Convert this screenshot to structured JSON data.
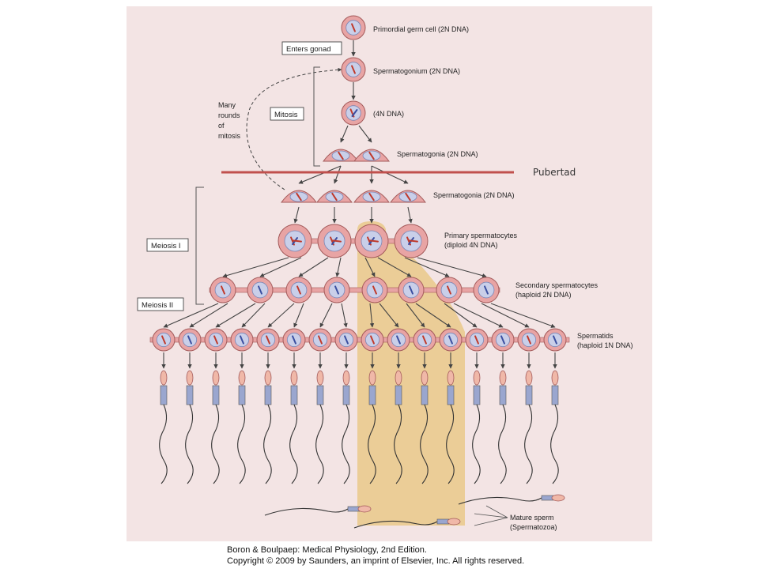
{
  "annotation": {
    "pubertad": "Pubertad"
  },
  "stages": {
    "primordial": "Primordial germ cell (2N DNA)",
    "spermatogonium": "Spermatogonium (2N DNA)",
    "four_n": "(4N DNA)",
    "spermatogonia_pair": "Spermatogonia (2N DNA)",
    "spermatogonia_row": "Spermatogonia (2N DNA)",
    "primary_1": "Primary spermatocytes",
    "primary_2": "(diploid 4N DNA)",
    "secondary_1": "Secondary spermatocytes",
    "secondary_2": "(haploid 2N DNA)",
    "spermatids_1": "Spermatids",
    "spermatids_2": "(haploid 1N DNA)",
    "mature_1": "Mature sperm",
    "mature_2": "(Spermatozoa)"
  },
  "process_boxes": {
    "enters_gonad": "Enters gonad",
    "mitosis": "Mitosis",
    "meiosis_1": "Meiosis I",
    "meiosis_2": "Meiosis II"
  },
  "many_rounds": [
    "Many",
    "rounds",
    "of",
    "mitosis"
  ],
  "credit": {
    "line1": "Boron & Boulpaep: Medical Physiology, 2nd Edition.",
    "line2": "Copyright © 2009 by Saunders, an imprint of Elsevier, Inc. All rights reserved."
  },
  "colors": {
    "panel": "#f3e4e4",
    "cell": "#e8a4a4",
    "nucleus": "#c9cfe9",
    "highlight": "#e9c98a",
    "pubertad_line": "#c0504d"
  }
}
